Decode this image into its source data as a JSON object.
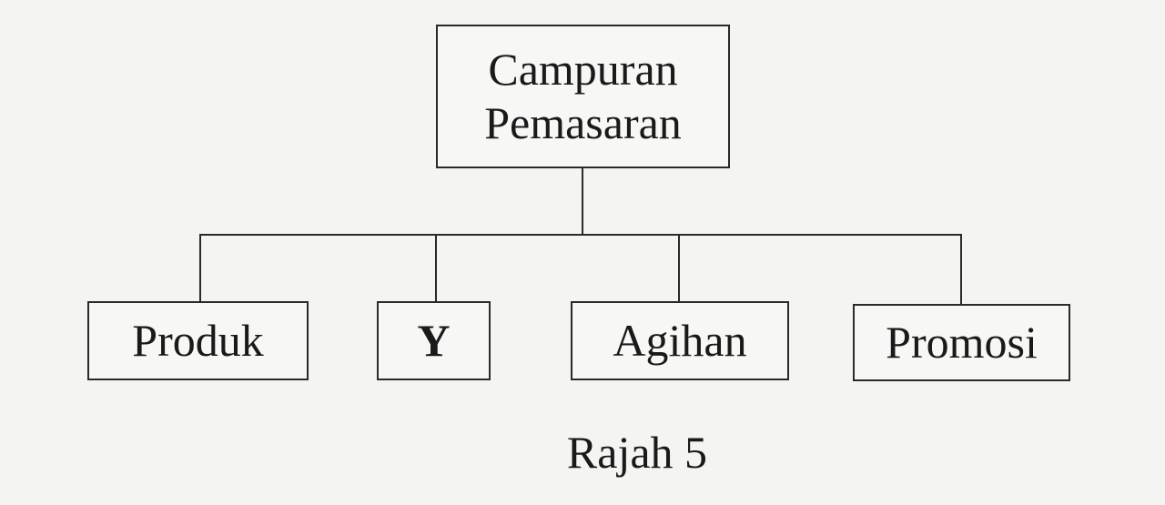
{
  "diagram": {
    "root": {
      "line1": "Campuran",
      "line2": "Pemasaran"
    },
    "children": [
      {
        "label": "Produk"
      },
      {
        "label": "Y"
      },
      {
        "label": "Agihan"
      },
      {
        "label": "Promosi"
      }
    ],
    "caption": "Rajah 5"
  }
}
